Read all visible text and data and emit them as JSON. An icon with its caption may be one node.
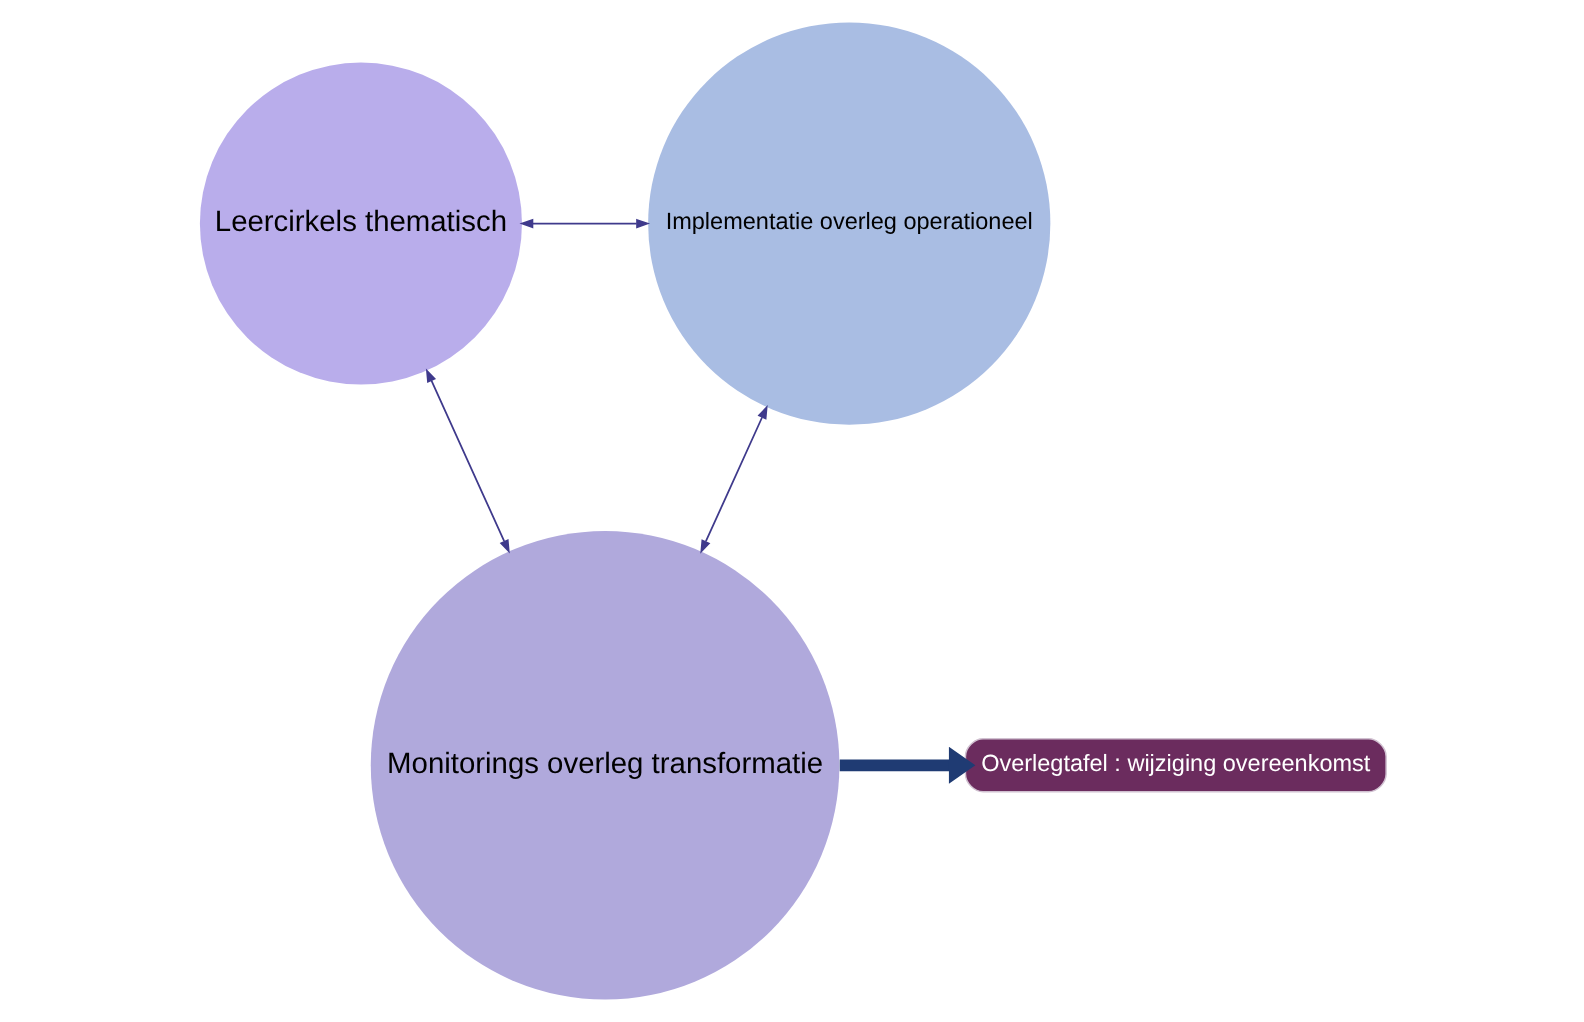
{
  "diagram": {
    "nodes": [
      {
        "text": [
          "Leercirkels thematisch"
        ]
      },
      {
        "text": [
          "Implementatie overleg operationeel"
        ]
      },
      {
        "text": [
          "Monitorings overleg transformatie"
        ]
      },
      {
        "text": [
          "Overlegtafel : wijziging overeenkomst"
        ]
      }
    ],
    "edges": [
      {
        "from": 0,
        "to": 1,
        "arrow": "both"
      },
      {
        "from": 0,
        "to": 2,
        "arrow": "both"
      },
      {
        "from": 1,
        "to": 2,
        "arrow": "both"
      },
      {
        "from": 2,
        "to": 3,
        "arrow": "to",
        "style": "thick",
        "color": "#1f3b73"
      }
    ]
  }
}
